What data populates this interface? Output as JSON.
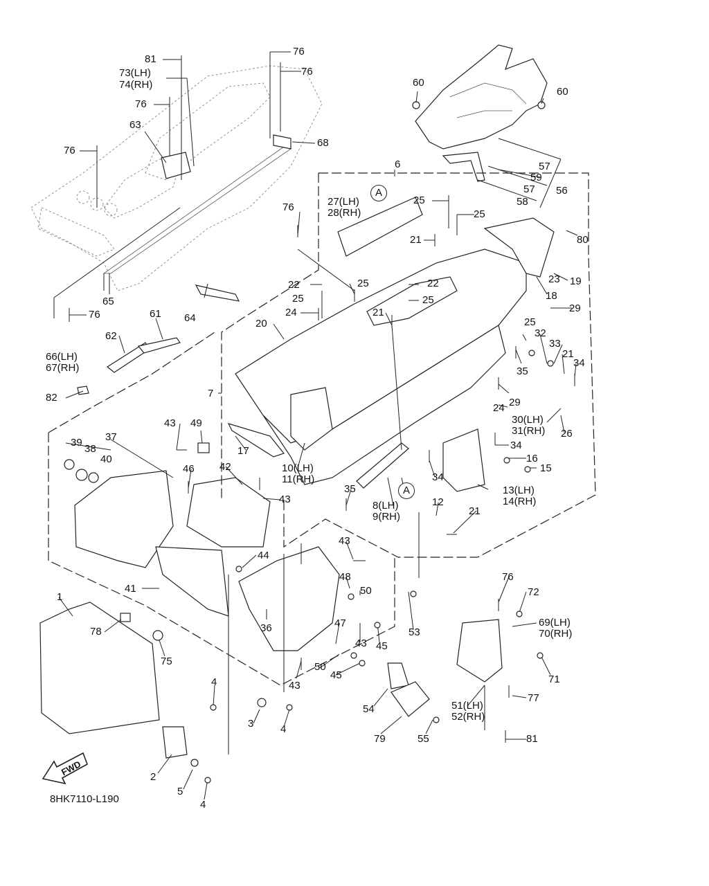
{
  "diagram_code": "8HK7110-L190",
  "fwd_arrow_label": "FWD",
  "labels": [
    {
      "id": "81a",
      "text": "81"
    },
    {
      "id": "76a",
      "text": "76"
    },
    {
      "id": "76b",
      "text": "76"
    },
    {
      "id": "73",
      "text": "73(LH)"
    },
    {
      "id": "74",
      "text": "74(RH)"
    },
    {
      "id": "76c",
      "text": "76"
    },
    {
      "id": "63",
      "text": "63"
    },
    {
      "id": "76d",
      "text": "76"
    },
    {
      "id": "68",
      "text": "68"
    },
    {
      "id": "65",
      "text": "65"
    },
    {
      "id": "76e",
      "text": "76"
    },
    {
      "id": "66",
      "text": "66(LH)"
    },
    {
      "id": "67",
      "text": "67(RH)"
    },
    {
      "id": "60a",
      "text": "60"
    },
    {
      "id": "60b",
      "text": "60"
    },
    {
      "id": "57a",
      "text": "57"
    },
    {
      "id": "59",
      "text": "59"
    },
    {
      "id": "57b",
      "text": "57"
    },
    {
      "id": "56",
      "text": "56"
    },
    {
      "id": "58",
      "text": "58"
    },
    {
      "id": "6",
      "text": "6"
    },
    {
      "id": "27",
      "text": "27(LH)"
    },
    {
      "id": "28",
      "text": "28(RH)"
    },
    {
      "id": "A1",
      "text": "A"
    },
    {
      "id": "25a",
      "text": "25"
    },
    {
      "id": "25b",
      "text": "25"
    },
    {
      "id": "21a",
      "text": "21"
    },
    {
      "id": "80",
      "text": "80"
    },
    {
      "id": "76f",
      "text": "76"
    },
    {
      "id": "23",
      "text": "23"
    },
    {
      "id": "19",
      "text": "19"
    },
    {
      "id": "18",
      "text": "18"
    },
    {
      "id": "22a",
      "text": "22"
    },
    {
      "id": "25c",
      "text": "25"
    },
    {
      "id": "22b",
      "text": "22"
    },
    {
      "id": "25d",
      "text": "25"
    },
    {
      "id": "25e",
      "text": "25"
    },
    {
      "id": "29a",
      "text": "29"
    },
    {
      "id": "64",
      "text": "64"
    },
    {
      "id": "24a",
      "text": "24"
    },
    {
      "id": "21b",
      "text": "21"
    },
    {
      "id": "25f",
      "text": "25"
    },
    {
      "id": "32",
      "text": "32"
    },
    {
      "id": "33",
      "text": "33"
    },
    {
      "id": "61",
      "text": "61"
    },
    {
      "id": "20",
      "text": "20"
    },
    {
      "id": "21c",
      "text": "21"
    },
    {
      "id": "34a",
      "text": "34"
    },
    {
      "id": "62",
      "text": "62"
    },
    {
      "id": "35a",
      "text": "35"
    },
    {
      "id": "7",
      "text": "7"
    },
    {
      "id": "29b",
      "text": "29"
    },
    {
      "id": "24b",
      "text": "24"
    },
    {
      "id": "82",
      "text": "82"
    },
    {
      "id": "30",
      "text": "30(LH)"
    },
    {
      "id": "31",
      "text": "31(RH)"
    },
    {
      "id": "26",
      "text": "26"
    },
    {
      "id": "43a",
      "text": "43"
    },
    {
      "id": "49",
      "text": "49"
    },
    {
      "id": "39",
      "text": "39"
    },
    {
      "id": "37",
      "text": "37"
    },
    {
      "id": "38",
      "text": "38"
    },
    {
      "id": "40",
      "text": "40"
    },
    {
      "id": "17",
      "text": "17"
    },
    {
      "id": "34b",
      "text": "34"
    },
    {
      "id": "16",
      "text": "16"
    },
    {
      "id": "15",
      "text": "15"
    },
    {
      "id": "42",
      "text": "42"
    },
    {
      "id": "46",
      "text": "46"
    },
    {
      "id": "10",
      "text": "10(LH)"
    },
    {
      "id": "11",
      "text": "11(RH)"
    },
    {
      "id": "34c",
      "text": "34"
    },
    {
      "id": "43b",
      "text": "43"
    },
    {
      "id": "35b",
      "text": "35"
    },
    {
      "id": "8",
      "text": "8(LH)"
    },
    {
      "id": "9",
      "text": "9(RH)"
    },
    {
      "id": "A2",
      "text": "A"
    },
    {
      "id": "13",
      "text": "13(LH)"
    },
    {
      "id": "14",
      "text": "14(RH)"
    },
    {
      "id": "12",
      "text": "12"
    },
    {
      "id": "21d",
      "text": "21"
    },
    {
      "id": "43c",
      "text": "43"
    },
    {
      "id": "44",
      "text": "44"
    },
    {
      "id": "41",
      "text": "41"
    },
    {
      "id": "48",
      "text": "48"
    },
    {
      "id": "50a",
      "text": "50"
    },
    {
      "id": "76g",
      "text": "76"
    },
    {
      "id": "72",
      "text": "72"
    },
    {
      "id": "1",
      "text": "1"
    },
    {
      "id": "53",
      "text": "53"
    },
    {
      "id": "69",
      "text": "69(LH)"
    },
    {
      "id": "70",
      "text": "70(RH)"
    },
    {
      "id": "78",
      "text": "78"
    },
    {
      "id": "36",
      "text": "36"
    },
    {
      "id": "47",
      "text": "47"
    },
    {
      "id": "43d",
      "text": "43"
    },
    {
      "id": "45a",
      "text": "45"
    },
    {
      "id": "75",
      "text": "75"
    },
    {
      "id": "71",
      "text": "71"
    },
    {
      "id": "50b",
      "text": "50"
    },
    {
      "id": "45b",
      "text": "45"
    },
    {
      "id": "43e",
      "text": "43"
    },
    {
      "id": "4a",
      "text": "4"
    },
    {
      "id": "77",
      "text": "77"
    },
    {
      "id": "54",
      "text": "54"
    },
    {
      "id": "51",
      "text": "51(LH)"
    },
    {
      "id": "52",
      "text": "52(RH)"
    },
    {
      "id": "3",
      "text": "3"
    },
    {
      "id": "4b",
      "text": "4"
    },
    {
      "id": "79",
      "text": "79"
    },
    {
      "id": "55",
      "text": "55"
    },
    {
      "id": "81b",
      "text": "81"
    },
    {
      "id": "2",
      "text": "2"
    },
    {
      "id": "5",
      "text": "5"
    },
    {
      "id": "4c",
      "text": "4"
    }
  ]
}
